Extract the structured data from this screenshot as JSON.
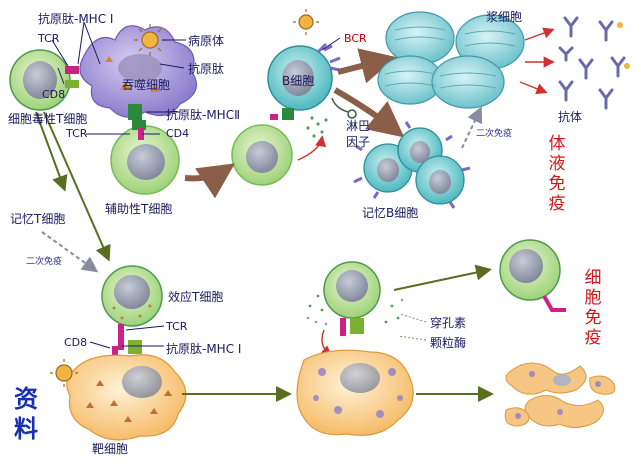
{
  "labels": {
    "antigen_peptide_mhc1_top": "抗原肽-MHC Ⅰ",
    "tcr_top": "TCR",
    "cd8_top": "CD8",
    "pathogen": "病原体",
    "antigen_peptide": "抗原肽",
    "phagocyte": "吞噬细胞",
    "cytotoxic_t": "细胞毒性T细胞",
    "antigen_peptide_mhc2": "抗原肽-MHCⅡ",
    "tcr_mid": "TCR",
    "cd4": "CD4",
    "helper_t": "辅助性T细胞",
    "b_cell": "B细胞",
    "bcr": "BCR",
    "lymphokine": "淋巴因子",
    "plasma_cell": "浆细胞",
    "antibody": "抗体",
    "secondary_immune_top": "二次免疫",
    "memory_b": "记忆B细胞",
    "humoral_immunity": "体液免疫",
    "memory_t": "记忆T细胞",
    "secondary_immune_left": "二次免疫",
    "effector_t": "效应T细胞",
    "cd8_bottom": "CD8",
    "tcr_bottom": "TCR",
    "antigen_peptide_mhc1_bottom": "抗原肽-MHC Ⅰ",
    "perforin": "穿孔素",
    "granzyme": "颗粒酶",
    "cellular_immunity": "细胞免疫",
    "target_cell": "靶细胞",
    "source_mark": "资料"
  }
}
